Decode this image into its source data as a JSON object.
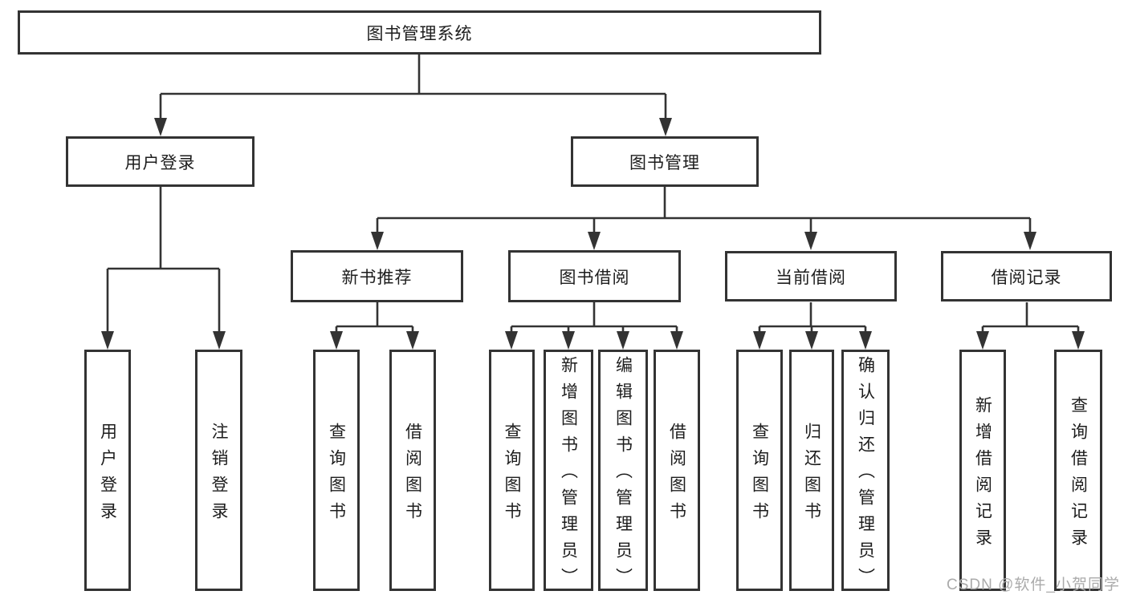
{
  "colors": {
    "line": "#333333",
    "box_border": "#333333",
    "box_fill": "#ffffff",
    "text": "#1d1d1d",
    "watermark": "#ababab"
  },
  "nodes": {
    "root": "图书管理系统",
    "user_login": "用户登录",
    "book_mgmt": "图书管理",
    "new_book": "新书推荐",
    "book_borrow": "图书借阅",
    "current_borrow": "当前借阅",
    "borrow_record": "借阅记录",
    "leaves": {
      "user_login": [
        "用户登录",
        "注销登录"
      ],
      "new_book": [
        "查询图书",
        "借阅图书"
      ],
      "book_borrow": [
        "查询图书",
        "新增图书（管理员）",
        "编辑图书（管理员）",
        "借阅图书"
      ],
      "current_borrow": [
        "查询图书",
        "归还图书",
        "确认归还（管理员）"
      ],
      "borrow_record": [
        "新增借阅记录",
        "查询借阅记录"
      ]
    }
  },
  "watermark": "CSDN @软件_小贺同学"
}
